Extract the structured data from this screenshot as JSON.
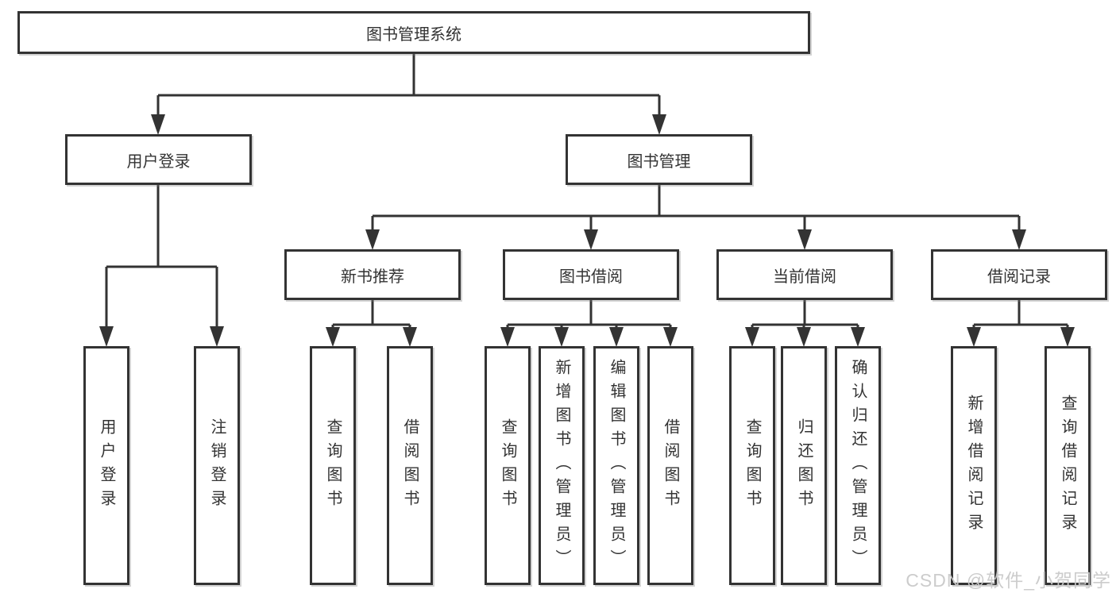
{
  "colors": {
    "line": "#333333",
    "box_border": "#333333",
    "text": "#333333",
    "watermark_text": "#c9c9c9",
    "background": "#ffffff"
  },
  "watermark": {
    "text": "CSDN @软件_小贺同学"
  },
  "tree": {
    "root": {
      "label": "图书管理系统"
    },
    "branches": [
      {
        "label": "用户登录",
        "children": [
          {
            "label": "用户登录"
          },
          {
            "label": "注销登录"
          }
        ]
      },
      {
        "label": "图书管理",
        "sections": [
          {
            "label": "新书推荐",
            "children": [
              {
                "label": "查询图书"
              },
              {
                "label": "借阅图书"
              }
            ]
          },
          {
            "label": "图书借阅",
            "children": [
              {
                "label": "查询图书"
              },
              {
                "label": "新增图书（管理员）"
              },
              {
                "label": "编辑图书（管理员）"
              },
              {
                "label": "借阅图书"
              }
            ]
          },
          {
            "label": "当前借阅",
            "children": [
              {
                "label": "查询图书"
              },
              {
                "label": "归还图书"
              },
              {
                "label": "确认归还（管理员）"
              }
            ]
          },
          {
            "label": "借阅记录",
            "children": [
              {
                "label": "新增借阅记录"
              },
              {
                "label": "查询借阅记录"
              }
            ]
          }
        ]
      }
    ]
  }
}
